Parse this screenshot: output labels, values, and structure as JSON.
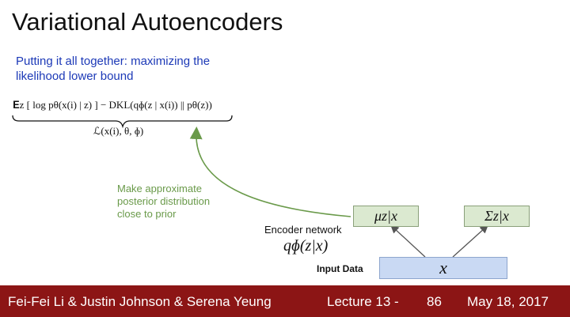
{
  "slide": {
    "title": "Variational Autoencoders",
    "subtitle": "Putting it all together: maximizing the likelihood lower bound",
    "elbo_formula": "𝐄z [ log pθ(x(i) | z) ] − DKL(qɸ(z | x(i)) || pθ(z))",
    "lower_bound_label": "ℒ(x(i), θ, ɸ)",
    "annotation": "Make approximate posterior distribution close to prior",
    "annotation_color": "#6a9a4a",
    "subtitle_color": "#1c39b7"
  },
  "diagram": {
    "encoder_label": "Encoder network",
    "encoder_formula": "qɸ(z|x)",
    "input_label": "Input Data",
    "input_symbol": "x",
    "mu_symbol": "μz|x",
    "sigma_symbol": "Σz|x"
  },
  "footer": {
    "authors": "Fei-Fei Li & Justin Johnson & Serena Yeung",
    "lecture": "Lecture 13 -",
    "page": "86",
    "date": "May 18, 2017",
    "background": "#8c1515"
  }
}
